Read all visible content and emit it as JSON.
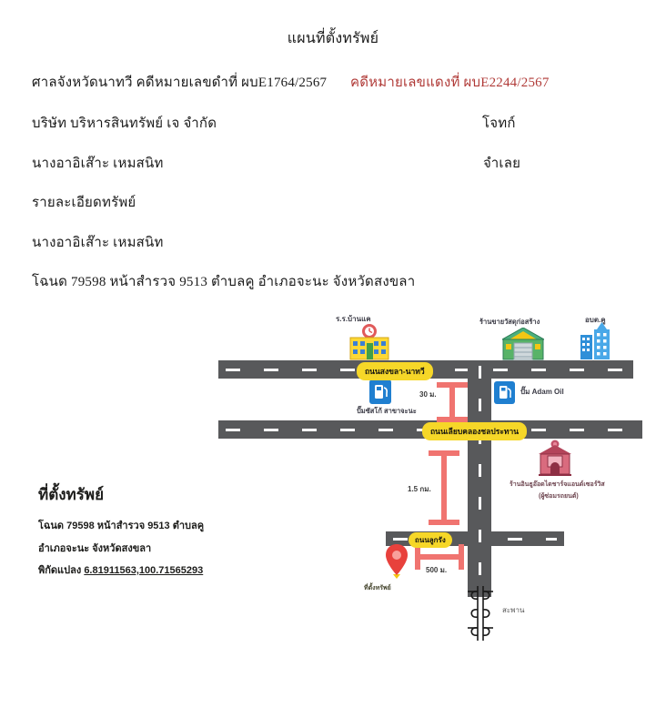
{
  "doc": {
    "title": "แผนที่ตั้งทรัพย์",
    "court_black": "ศาลจังหวัดนาทวี คดีหมายเลขดำที่ ผบE1764/2567",
    "court_red": "คดีหมายเลขแดงที่ ผบE2244/2567",
    "party1": "บริษัท บริหารสินทรัพย์ เจ จำกัด",
    "party1_role": "โจทก์",
    "party2": "นางอาอิเส๊าะ เหมสนิท",
    "party2_role": "จำเลย",
    "section_heading": "รายละเอียดทรัพย์",
    "owner": "นางอาอิเส๊าะ เหมสนิท",
    "deed_line": "โฉนด 79598 หน้าสำรวจ 9513 ตำบลคู อำเภอจะนะ จังหวัดสงขลา"
  },
  "map": {
    "roads": {
      "road1_label": "ถนนสงขลา-นาทวี",
      "road2_label": "ถนนเลียบคลองชลประทาน",
      "road3_label": "ถนนลูกรัง"
    },
    "landmarks": {
      "school": "ร.ร.บ้านแค",
      "material_shop": "ร้านขายวัสดุก่อสร้าง",
      "sao": "อบต.คู",
      "gas_left": "ปั๊มซัสโก้ สาขาจะนะ",
      "gas_right": "ปั๊ม Adam Oil",
      "shop2_line1": "ร้านอินธูอ๊อดไดชาร์จแอนด์เซอร์วิส",
      "shop2_line2": "(ผู้ซ่อมรถยนต์)",
      "pin_label": "ที่ตั้งทรัพย์",
      "bridge": "สะพาน"
    },
    "measures": {
      "near_junction": "30 ม.",
      "mid": "1.5 กม.",
      "far": "500 ม."
    }
  },
  "info": {
    "heading": "ที่ตั้งทรัพย์",
    "line1": "โฉนด 79598 หน้าสำรวจ 9513 ตำบลคู",
    "line2": "อำเภอจะนะ จังหวัดสงขลา",
    "coords_label": "พิกัดแปลง",
    "coords_value": "6.81911563,100.71565293"
  },
  "colors": {
    "red_text": "#b03a37",
    "road_gray": "#58595b",
    "label_yellow": "#f6d728",
    "measure_red": "#f07470",
    "pin_red": "#e8413c"
  }
}
